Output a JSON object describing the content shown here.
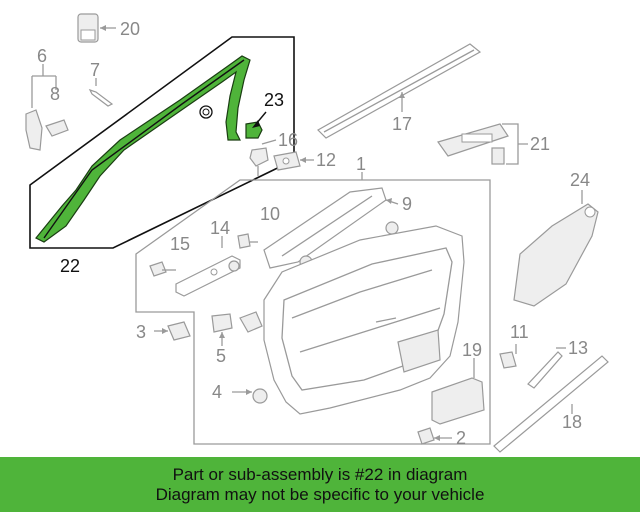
{
  "callouts": {
    "c1": "1",
    "c2": "2",
    "c3": "3",
    "c4": "4",
    "c5": "5",
    "c6": "6",
    "c7": "7",
    "c8": "8",
    "c9": "9",
    "c10": "10",
    "c11": "11",
    "c12": "12",
    "c13": "13",
    "c14": "14",
    "c15": "15",
    "c16": "16",
    "c17": "17",
    "c18": "18",
    "c19": "19",
    "c20": "20",
    "c21": "21",
    "c22": "22",
    "c23": "23",
    "c24": "24"
  },
  "banner": {
    "line1": "Part or sub-assembly is #22 in diagram",
    "line2": "Diagram may not be specific to your vehicle"
  },
  "colors": {
    "highlight": "#4fb43a",
    "banner_bg": "#4fb43a",
    "line": "#9a9a9a",
    "label": "#888888"
  }
}
